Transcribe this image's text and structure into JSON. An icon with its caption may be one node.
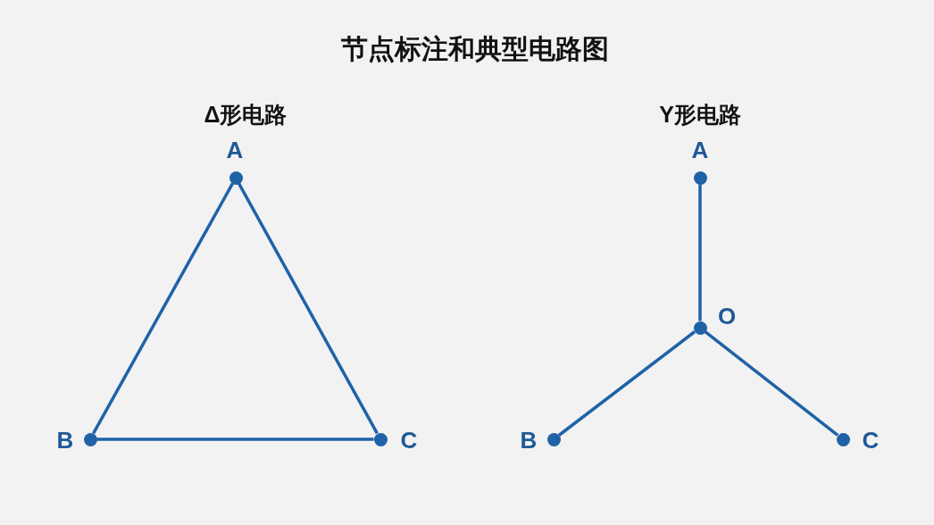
{
  "diagram": {
    "title": "节点标注和典型电路图",
    "nodes": [
      {
        "text": [
          "A"
        ]
      },
      {
        "text": [
          "B"
        ]
      },
      {
        "text": [
          "C"
        ]
      },
      {
        "text": [
          "A"
        ]
      },
      {
        "text": [
          "O"
        ]
      },
      {
        "text": [
          "B"
        ]
      },
      {
        "text": [
          "C"
        ]
      }
    ],
    "edges": [
      {
        "from": 0,
        "to": 1,
        "arrow": "none"
      },
      {
        "from": 1,
        "to": 2,
        "arrow": "none"
      },
      {
        "from": 2,
        "to": 0,
        "arrow": "none"
      },
      {
        "from": 3,
        "to": 4,
        "arrow": "none"
      },
      {
        "from": 4,
        "to": 5,
        "arrow": "none"
      },
      {
        "from": 4,
        "to": 6,
        "arrow": "none"
      }
    ],
    "labels": [
      "Δ形电路",
      "Y形电路"
    ]
  }
}
